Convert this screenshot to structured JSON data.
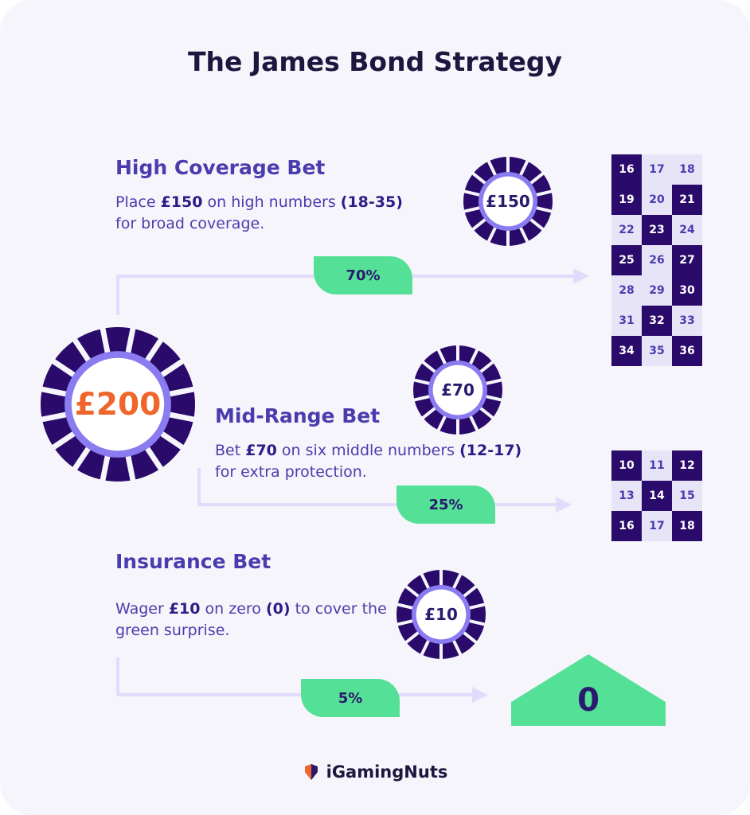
{
  "title": "The James Bond Strategy",
  "bankroll": "£200",
  "bets": [
    {
      "name": "High Coverage Bet",
      "text": [
        "Place ",
        "£150",
        " on high numbers ",
        "(18-35)",
        " for broad coverage."
      ],
      "chip": "£150",
      "percent": "70%",
      "grid": [
        [
          {
            "n": "16",
            "dark": true
          },
          {
            "n": "17",
            "dark": false
          },
          {
            "n": "18",
            "dark": false
          }
        ],
        [
          {
            "n": "19",
            "dark": true
          },
          {
            "n": "20",
            "dark": false
          },
          {
            "n": "21",
            "dark": true
          }
        ],
        [
          {
            "n": "22",
            "dark": false
          },
          {
            "n": "23",
            "dark": true
          },
          {
            "n": "24",
            "dark": false
          }
        ],
        [
          {
            "n": "25",
            "dark": true
          },
          {
            "n": "26",
            "dark": false
          },
          {
            "n": "27",
            "dark": true
          }
        ],
        [
          {
            "n": "28",
            "dark": false
          },
          {
            "n": "29",
            "dark": false
          },
          {
            "n": "30",
            "dark": true
          }
        ],
        [
          {
            "n": "31",
            "dark": false
          },
          {
            "n": "32",
            "dark": true
          },
          {
            "n": "33",
            "dark": false
          }
        ],
        [
          {
            "n": "34",
            "dark": true
          },
          {
            "n": "35",
            "dark": false
          },
          {
            "n": "36",
            "dark": true
          }
        ]
      ]
    },
    {
      "name": "Mid-Range Bet",
      "text": [
        "Bet ",
        "£70",
        " on six middle numbers ",
        "(12-17)",
        " for extra protection."
      ],
      "chip": "£70",
      "percent": "25%",
      "grid": [
        [
          {
            "n": "10",
            "dark": true
          },
          {
            "n": "11",
            "dark": false
          },
          {
            "n": "12",
            "dark": true
          }
        ],
        [
          {
            "n": "13",
            "dark": false
          },
          {
            "n": "14",
            "dark": true
          },
          {
            "n": "15",
            "dark": false
          }
        ],
        [
          {
            "n": "16",
            "dark": true
          },
          {
            "n": "17",
            "dark": false
          },
          {
            "n": "18",
            "dark": true
          }
        ]
      ]
    },
    {
      "name": "Insurance Bet",
      "text": [
        "Wager ",
        "£10",
        " on zero ",
        "(0)",
        " to cover the green surprise."
      ],
      "chip": "£10",
      "percent": "5%",
      "zero": "0"
    }
  ],
  "brand": {
    "name": "iGamingNuts",
    "icon": "shield-heart-icon"
  },
  "colors": {
    "chip_dark": "#2a0b6b",
    "chip_ring": "#8a7cf0",
    "accent_orange": "#f0652a",
    "green": "#55e098",
    "arrow": "#e2dbfb",
    "text": "#4b3cae"
  }
}
